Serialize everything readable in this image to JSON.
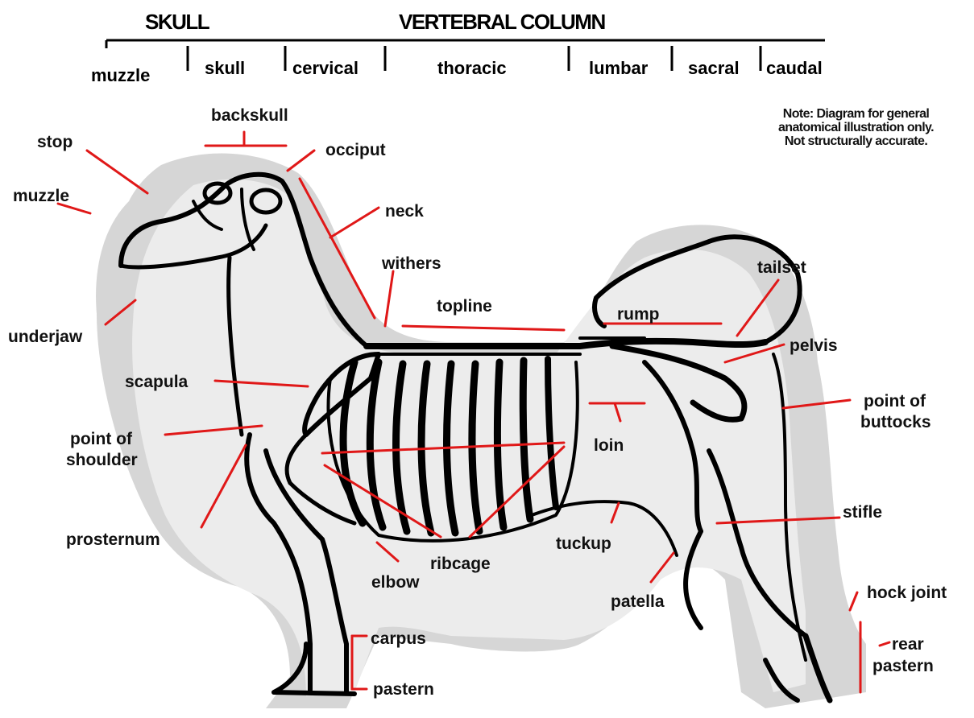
{
  "header": {
    "skull_title": "SKULL",
    "vertebral_title": "VERTEBRAL COLUMN",
    "segments": [
      "muzzle",
      "skull",
      "cervical",
      "thoracic",
      "lumbar",
      "sacral",
      "caudal"
    ]
  },
  "note": {
    "line1": "Note: Diagram for general",
    "line2": "anatomical illustration only.",
    "line3": "Not structurally accurate."
  },
  "labels": {
    "stop": "stop",
    "muzzle": "muzzle",
    "backskull": "backskull",
    "occiput": "occiput",
    "neck": "neck",
    "withers": "withers",
    "topline": "topline",
    "rump": "rump",
    "tailset": "tailset",
    "pelvis": "pelvis",
    "point_of_buttocks_1": "point of",
    "point_of_buttocks_2": "buttocks",
    "underjaw": "underjaw",
    "scapula": "scapula",
    "point_of_shoulder_1": "point of",
    "point_of_shoulder_2": "shoulder",
    "loin": "loin",
    "prosternum": "prosternum",
    "ribcage": "ribcage",
    "elbow": "elbow",
    "tuckup": "tuckup",
    "stifle": "stifle",
    "patella": "patella",
    "hock_joint": "hock joint",
    "carpus": "carpus",
    "rear_pastern_1": "rear",
    "rear_pastern_2": "pastern",
    "pastern": "pastern"
  },
  "colors": {
    "leader_line": "#e01818",
    "skeleton": "#000000",
    "coat": "#d4d4d4",
    "text": "#111111"
  }
}
